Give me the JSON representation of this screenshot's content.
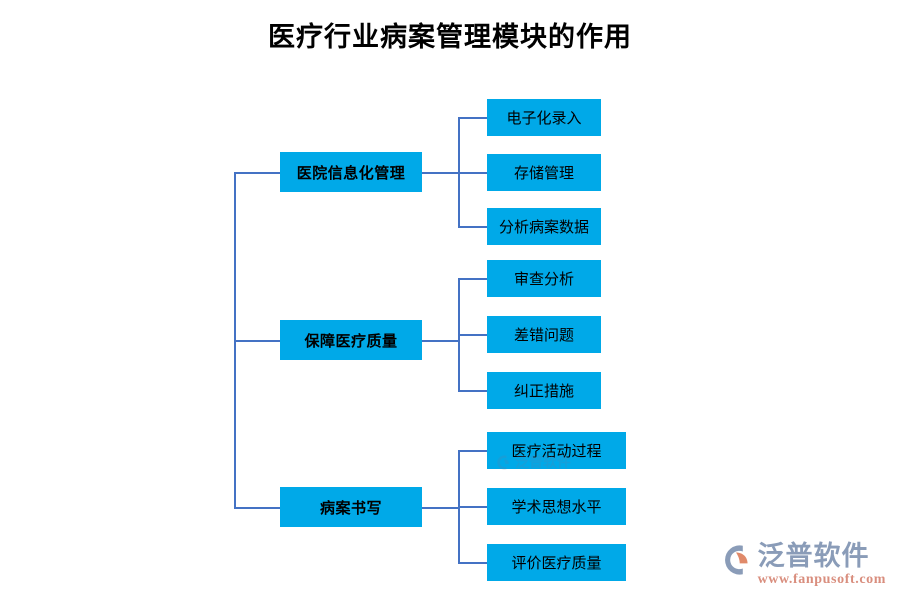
{
  "title": "医疗行业病案管理模块的作用",
  "colors": {
    "node_fill": "#00a9e8",
    "connector": "#4472c4",
    "node_text": "#000000",
    "title_text": "#000000",
    "brand_name": "#8a9cb8",
    "brand_url": "#d98e7e",
    "background": "#ffffff"
  },
  "groups": [
    {
      "label": "医院信息化管理",
      "children": [
        {
          "label": "电子化录入"
        },
        {
          "label": "存储管理"
        },
        {
          "label": "分析病案数据"
        }
      ]
    },
    {
      "label": "保障医疗质量",
      "children": [
        {
          "label": "审查分析"
        },
        {
          "label": "差错问题"
        },
        {
          "label": "纠正措施"
        }
      ]
    },
    {
      "label": "病案书写",
      "children": [
        {
          "label": "医疗活动过程"
        },
        {
          "label": "学术思想水平"
        },
        {
          "label": "评价医疗质量"
        }
      ]
    }
  ],
  "brand": {
    "name": "泛普软件",
    "url": "www.fanpusoft.com",
    "mark_icon": "swoosh-logo-icon"
  }
}
